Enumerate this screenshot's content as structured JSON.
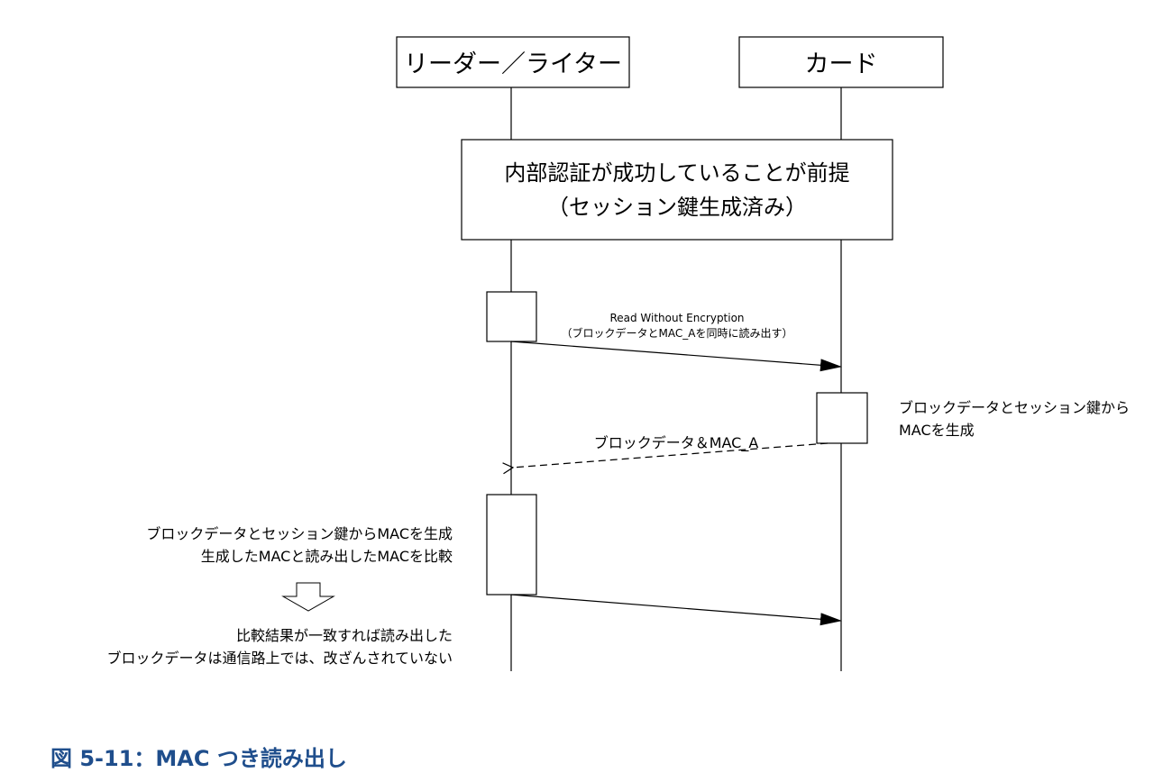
{
  "participants": {
    "reader": "リーダー／ライター",
    "card": "カード"
  },
  "precondition": {
    "line1": "内部認証が成功していることが前提",
    "line2": "（セッション鍵生成済み）"
  },
  "messages": {
    "read_cmd": {
      "line1": "Read Without Encryption",
      "line2": "（ブロックデータとMAC_Aを同時に読み出す）"
    },
    "response": "ブロックデータ＆MAC_A"
  },
  "notes": {
    "card_gen": {
      "line1": "ブロックデータとセッション鍵から",
      "line2": "MACを生成"
    },
    "reader_gen": {
      "line1": "ブロックデータとセッション鍵からMACを生成",
      "line2": "生成したMACと読み出したMACを比較"
    },
    "conclusion": {
      "line1": "比較結果が一致すれば読み出した",
      "line2": "ブロックデータは通信路上では、改ざんされていない"
    }
  },
  "caption": "図 5-11：MAC つき読み出し",
  "colors": {
    "caption": "#1f4e8c",
    "lines": "#000000"
  }
}
